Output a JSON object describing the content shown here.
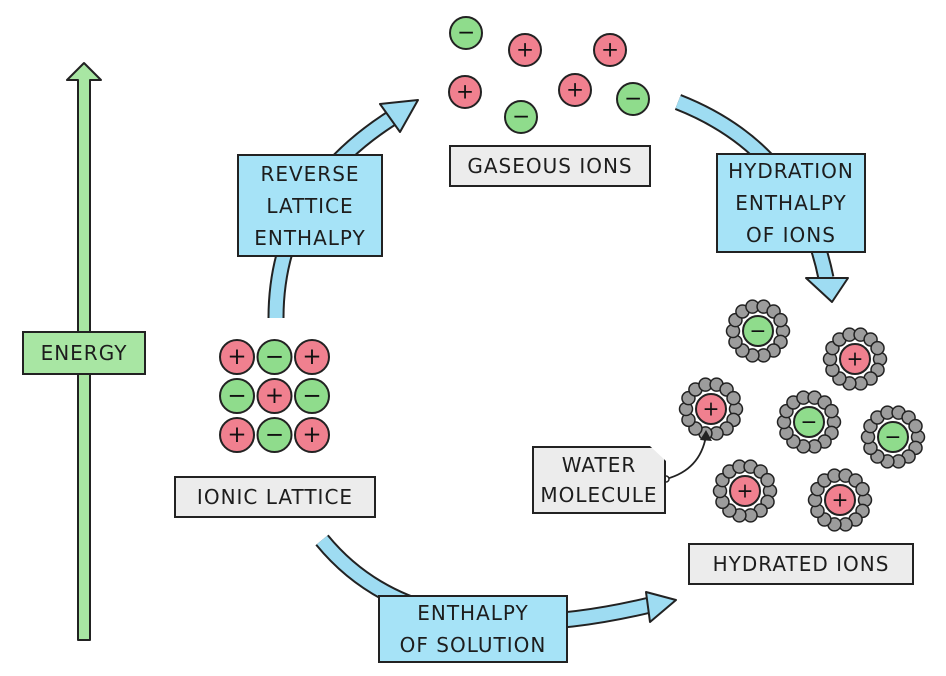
{
  "labels": {
    "energy": "ENERGY",
    "gaseous_ions": "GASEOUS IONS",
    "ionic_lattice": "IONIC LATTICE",
    "hydrated_ions": "HYDRATED IONS",
    "water_molecule": [
      "WATER",
      "MOLECULE"
    ],
    "reverse_lattice_enthalpy": [
      "REVERSE",
      "LATTICE",
      "ENTHALPY"
    ],
    "hydration_enthalpy": [
      "HYDRATION",
      "ENTHALPY",
      "OF IONS"
    ],
    "enthalpy_of_solution": [
      "ENTHALPY",
      "OF SOLUTION"
    ]
  },
  "ion_symbols": {
    "cation": "+",
    "anion": "−"
  },
  "colors": {
    "cation": "#f0808f",
    "anion": "#8fdc8c",
    "water": "#9c9c9c",
    "arrow_blue": "#9edcf2",
    "label_blue": "#a6e3f7",
    "label_grey": "#ececec",
    "energy_green": "#a8e6a3"
  },
  "lattice_grid": [
    [
      "cation",
      "anion",
      "cation"
    ],
    [
      "anion",
      "cation",
      "anion"
    ],
    [
      "cation",
      "anion",
      "cation"
    ]
  ],
  "gaseous_ions": [
    "anion",
    "cation",
    "cation",
    "cation",
    "anion",
    "cation",
    "anion"
  ],
  "hydrated_ions": [
    "anion",
    "cation",
    "cation",
    "anion",
    "anion",
    "cation",
    "cation"
  ]
}
